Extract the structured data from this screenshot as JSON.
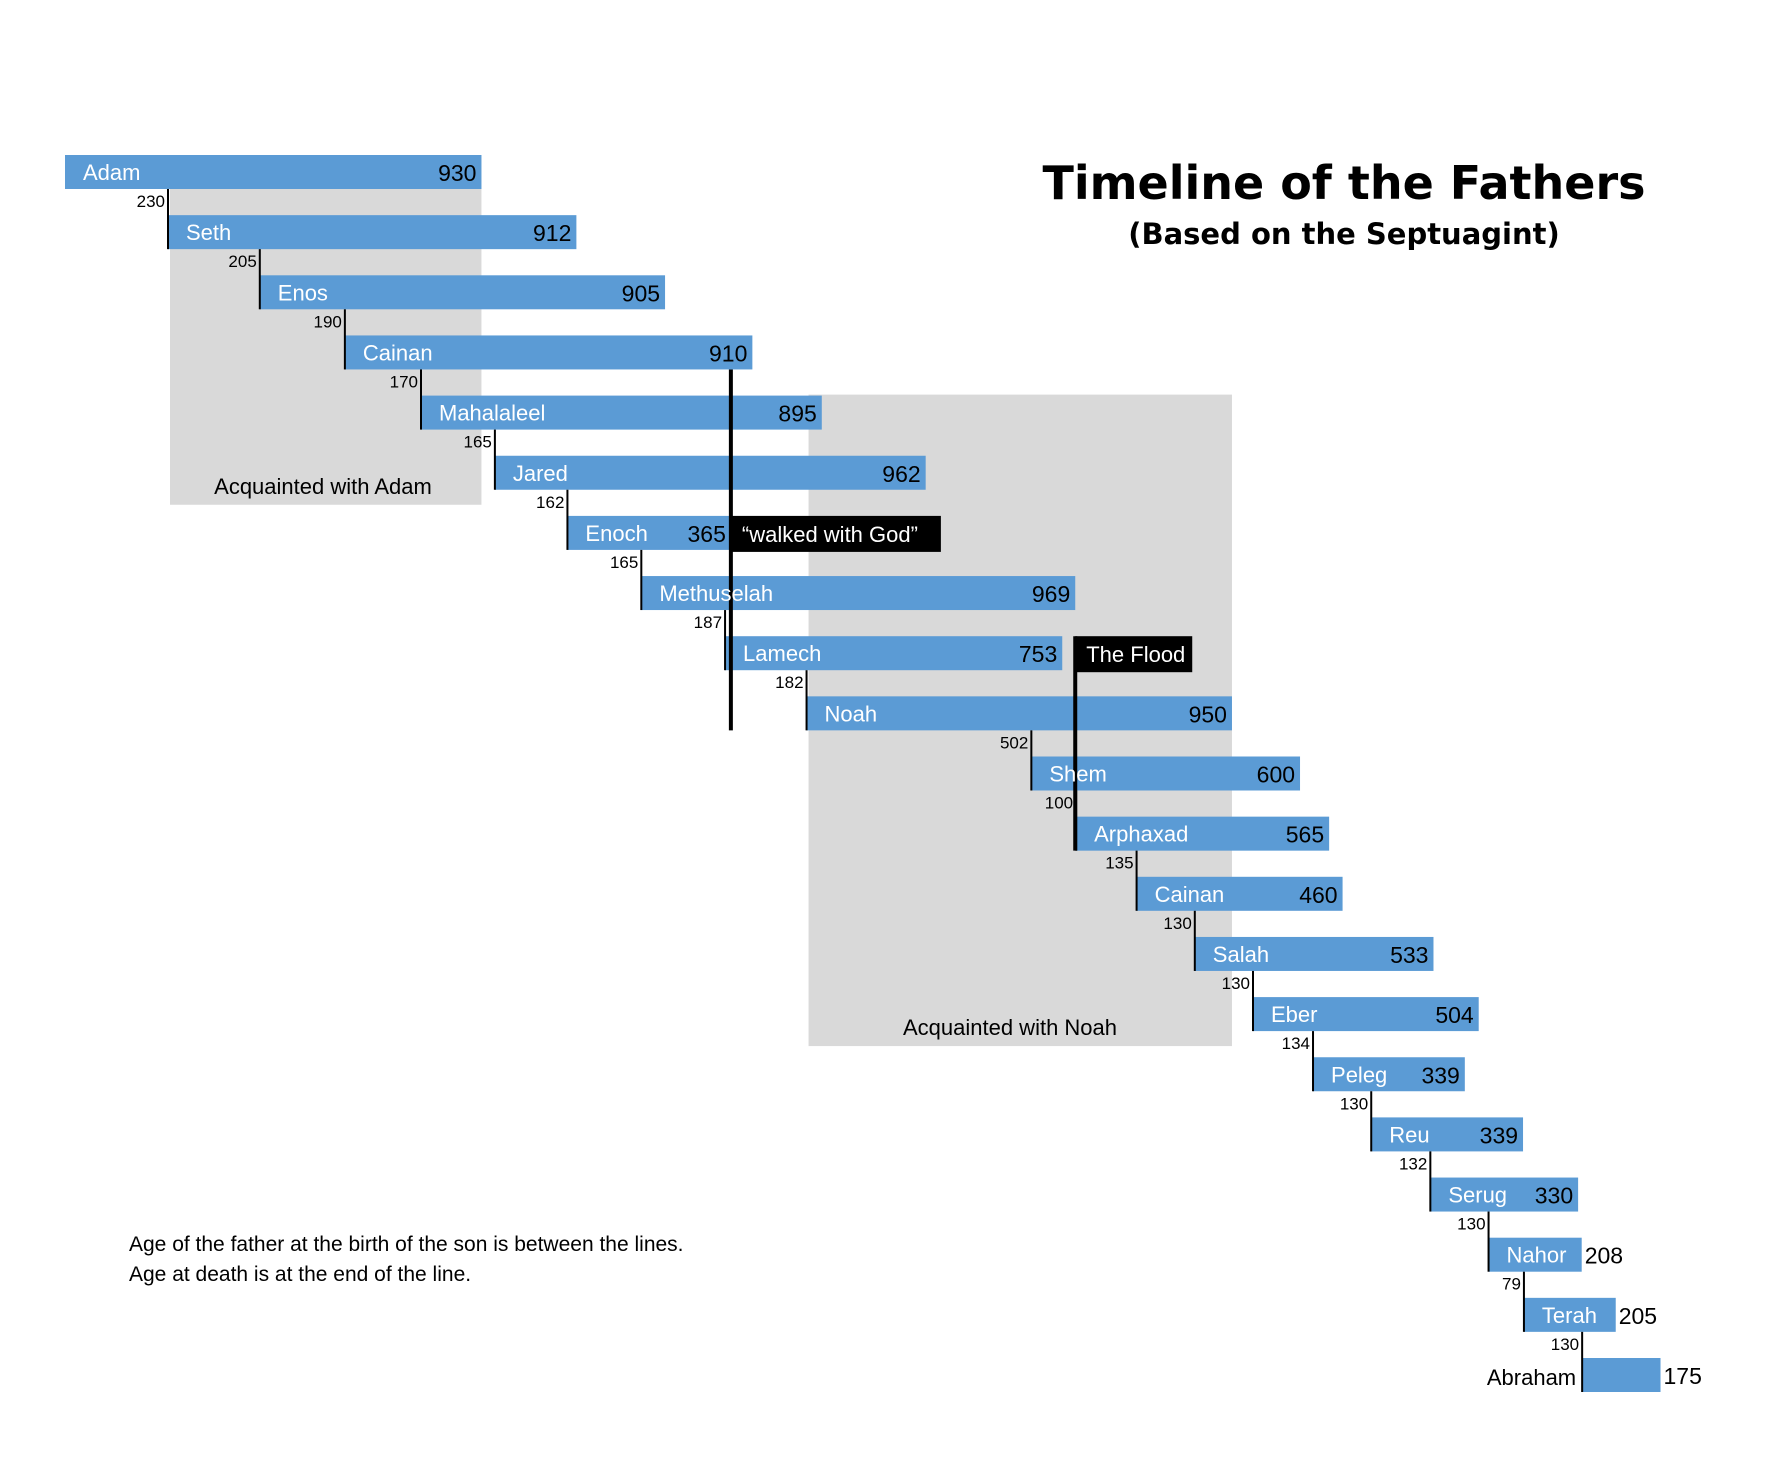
{
  "chart_data": {
    "type": "bar",
    "title": "Timeline of the Fathers",
    "subtitle": "(Based on the Septuagint)",
    "unit": "years",
    "fathers": [
      {
        "name": "Adam",
        "birth_year": 0,
        "lifespan": 930,
        "age_at_son_birth": 230
      },
      {
        "name": "Seth",
        "birth_year": 230,
        "lifespan": 912,
        "age_at_son_birth": 205
      },
      {
        "name": "Enos",
        "birth_year": 435,
        "lifespan": 905,
        "age_at_son_birth": 190
      },
      {
        "name": "Cainan",
        "birth_year": 625,
        "lifespan": 910,
        "age_at_son_birth": 170
      },
      {
        "name": "Mahalaleel",
        "birth_year": 795,
        "lifespan": 895,
        "age_at_son_birth": 165
      },
      {
        "name": "Jared",
        "birth_year": 960,
        "lifespan": 962,
        "age_at_son_birth": 162
      },
      {
        "name": "Enoch",
        "birth_year": 1122,
        "lifespan": 365,
        "age_at_son_birth": 165
      },
      {
        "name": "Methuselah",
        "birth_year": 1287,
        "lifespan": 969,
        "age_at_son_birth": 187
      },
      {
        "name": "Lamech",
        "birth_year": 1474,
        "lifespan": 753,
        "age_at_son_birth": 182
      },
      {
        "name": "Noah",
        "birth_year": 1656,
        "lifespan": 950,
        "age_at_son_birth": 502
      },
      {
        "name": "Shem",
        "birth_year": 2158,
        "lifespan": 600,
        "age_at_son_birth": 100
      },
      {
        "name": "Arphaxad",
        "birth_year": 2258,
        "lifespan": 565,
        "age_at_son_birth": 135
      },
      {
        "name": "Cainan",
        "birth_year": 2393,
        "lifespan": 460,
        "age_at_son_birth": 130
      },
      {
        "name": "Salah",
        "birth_year": 2523,
        "lifespan": 533,
        "age_at_son_birth": 130
      },
      {
        "name": "Eber",
        "birth_year": 2653,
        "lifespan": 504,
        "age_at_son_birth": 134
      },
      {
        "name": "Peleg",
        "birth_year": 2787,
        "lifespan": 339,
        "age_at_son_birth": 130
      },
      {
        "name": "Reu",
        "birth_year": 2917,
        "lifespan": 339,
        "age_at_son_birth": 132
      },
      {
        "name": "Serug",
        "birth_year": 3049,
        "lifespan": 330,
        "age_at_son_birth": 130
      },
      {
        "name": "Nahor",
        "birth_year": 3179,
        "lifespan": 208,
        "age_at_son_birth": 79
      },
      {
        "name": "Terah",
        "birth_year": 3258,
        "lifespan": 205,
        "age_at_son_birth": 130
      },
      {
        "name": "Abraham",
        "birth_year": 3388,
        "lifespan": 175,
        "age_at_son_birth": null
      }
    ],
    "regions": [
      {
        "label": "Acquainted with Adam",
        "start_year": 230,
        "end_year": 930
      },
      {
        "label": "Acquainted with Noah",
        "start_year": 1656,
        "end_year": 2606
      }
    ],
    "events": [
      {
        "label": "“walked with God”",
        "year": 1487,
        "attached_to": "Enoch"
      },
      {
        "label": "The Flood",
        "year": 2256,
        "attached_to": "Lamech"
      }
    ],
    "colors": {
      "bar": "#5b9bd5",
      "region": "#d9d9d9",
      "event": "#000000"
    }
  },
  "notes": [
    "Age of the father at the birth of the son is between the lines.",
    "Age at death is at the end of the line."
  ]
}
